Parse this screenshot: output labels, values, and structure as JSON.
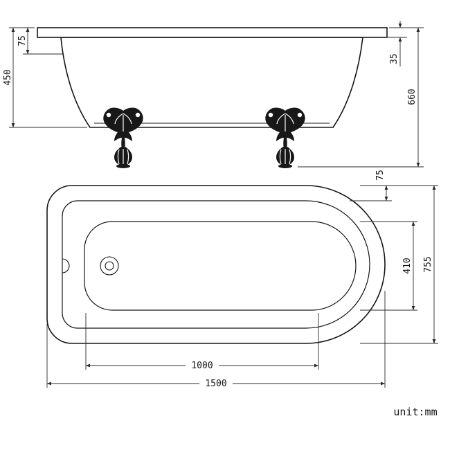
{
  "unit_label": "unit:mm",
  "colors": {
    "line": "#161616",
    "background": "#ffffff"
  },
  "side_view": {
    "rim_depth": "75",
    "tub_height": "450",
    "rim_thickness": "35",
    "overall_height": "660"
  },
  "plan_view": {
    "rim_width": "75",
    "inner_width": "410",
    "overall_width": "755",
    "inner_length": "1000",
    "overall_length": "1500"
  }
}
